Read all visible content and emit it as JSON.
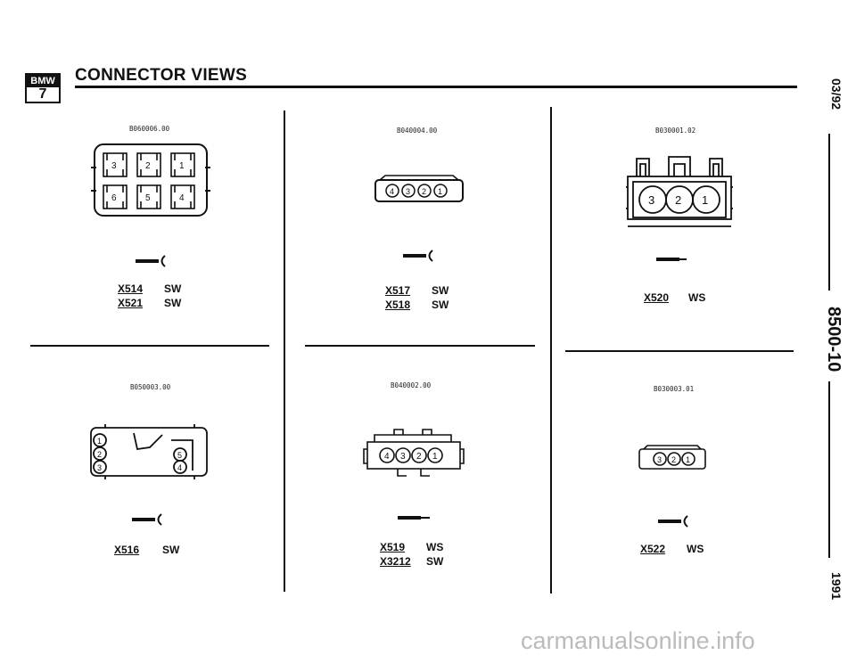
{
  "header": {
    "title": "CONNECTOR VIEWS",
    "logo_top": "BMW",
    "logo_bottom": "7"
  },
  "sidebar": {
    "date": "03/92",
    "code": "8500-10",
    "year": "1991"
  },
  "connectors": [
    {
      "part_number": "B060006.00",
      "entries": [
        {
          "id": "X514",
          "color": "SW"
        },
        {
          "id": "X521",
          "color": "SW"
        }
      ],
      "pins": [
        "3",
        "2",
        "1",
        "6",
        "5",
        "4"
      ]
    },
    {
      "part_number": "B040004.00",
      "entries": [
        {
          "id": "X517",
          "color": "SW"
        },
        {
          "id": "X518",
          "color": "SW"
        }
      ],
      "pins": [
        "4",
        "3",
        "2",
        "1"
      ]
    },
    {
      "part_number": "B030001.02",
      "entries": [
        {
          "id": "X520",
          "color": "WS"
        }
      ],
      "pins": [
        "3",
        "2",
        "1"
      ]
    },
    {
      "part_number": "B050003.00",
      "entries": [
        {
          "id": "X516",
          "color": "SW"
        }
      ],
      "pins": [
        "1",
        "2",
        "3",
        "5",
        "4"
      ]
    },
    {
      "part_number": "B040002.00",
      "entries": [
        {
          "id": "X519",
          "color": "WS"
        },
        {
          "id": "X3212",
          "color": "SW"
        }
      ],
      "pins": [
        "4",
        "3",
        "2",
        "1"
      ]
    },
    {
      "part_number": "B030003.01",
      "entries": [
        {
          "id": "X522",
          "color": "WS"
        }
      ],
      "pins": [
        "3",
        "2",
        "1"
      ]
    }
  ],
  "watermark": "carmanualsonline.info"
}
